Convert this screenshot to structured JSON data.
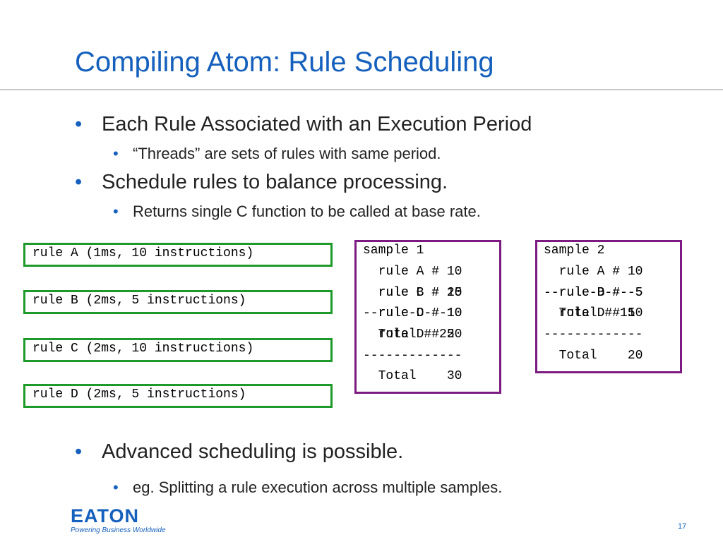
{
  "slide": {
    "title": "Compiling Atom: Rule Scheduling",
    "page_number": "17"
  },
  "bullets": {
    "b1": "Each Rule Associated with an Execution Period",
    "b1_sub": "“Threads” are sets of rules with same period.",
    "b2": "Schedule rules to balance processing.",
    "b2_sub": "Returns single C function to be called at base rate.",
    "b3": "Advanced scheduling is possible.",
    "b3_sub": "eg. Splitting a rule execution across multiple samples.",
    "marker": "•"
  },
  "rules": [
    "rule A (1ms, 10 instructions)",
    "rule B (2ms, 5 instructions)",
    "rule C (2ms, 10 instructions)",
    "rule D (2ms, 5 instructions)"
  ],
  "samples": [
    {
      "header": "sample 1",
      "line1": "  rule A # 10",
      "line2": "  rule B # 15",
      "line2_overlay": "  rule C # 20",
      "line3": "--rule-C-#-10",
      "line3_overlay": "--rule-D-#-10",
      "line4": "  Total # 25",
      "line4_overlay": "  rule D # 20",
      "separator": "-------------",
      "total": "  Total    30"
    },
    {
      "header": "sample 2",
      "line1": "  rule A # 10",
      "line2": "--rule-B-#--5",
      "line2_overlay": "--rule-D-#--5",
      "line3": "  Total # 15",
      "line3_overlay": "  rule D # 10",
      "separator": "-------------",
      "total": "  Total    20"
    }
  ],
  "logo": {
    "word": "EATON",
    "tagline": "Powering Business Worldwide"
  },
  "colors": {
    "accent": "#1560bd",
    "rule_box_border": "#1e9a2a",
    "sample_box_border": "#7b1a80",
    "divider": "#c8c8c8"
  }
}
